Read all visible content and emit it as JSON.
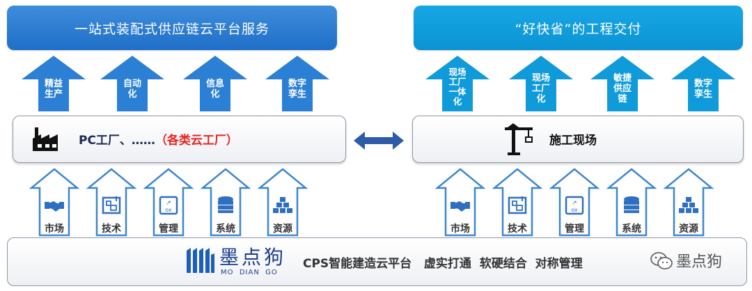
{
  "left_banner": "一站式装配式供应链云平台服务",
  "right_banner": "“好快省”的工程交付",
  "left_arrows": [
    {
      "l1": "精益",
      "l2": "生产"
    },
    {
      "l1": "自动",
      "l2": "化"
    },
    {
      "l1": "信息",
      "l2": "化"
    },
    {
      "l1": "数字",
      "l2": "孪生"
    }
  ],
  "right_arrows": [
    {
      "l1": "现场",
      "l2": "工厂",
      "l3": "一体",
      "l4": "化"
    },
    {
      "l1": "现场",
      "l2": "工厂",
      "l3": "化"
    },
    {
      "l1": "敏捷",
      "l2": "供应",
      "l3": "链"
    },
    {
      "l1": "数字",
      "l2": "孪生"
    }
  ],
  "left_panel": {
    "text": "PC工厂、……",
    "highlight": "（各类云工厂）",
    "highlight_color": "#e8251f"
  },
  "right_panel": {
    "text": "施工现场"
  },
  "inputs": [
    "市场",
    "技术",
    "管理",
    "系统",
    "资源"
  ],
  "inputs_right": [
    "市场",
    "技术",
    "管理",
    "系统",
    "资源"
  ],
  "bottom": {
    "logo_cn": "墨点狗",
    "logo_en": "MO  DIAN  GO",
    "slogan": "CPS智能建造云平台   虚实打通  软硬结合  对称管理",
    "watermark": "墨点狗"
  },
  "colors": {
    "left_banner": "#2a7bd3",
    "right_banner": "#0f9ad9",
    "arrow": "#2b7fd4",
    "hollow": "#3d86cf"
  }
}
